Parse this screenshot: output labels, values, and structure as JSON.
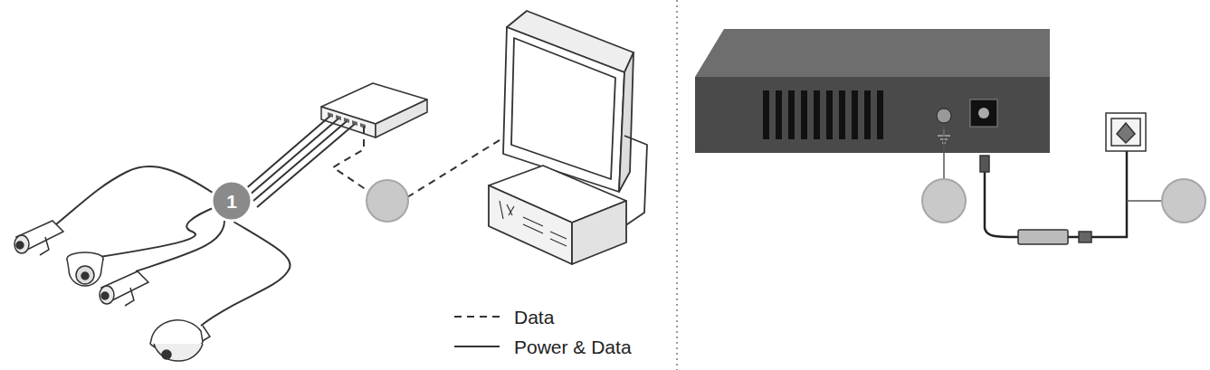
{
  "diagram": {
    "labels": [
      "1"
    ],
    "legend": [
      {
        "text": "Data"
      },
      {
        "text": "Power & Data"
      }
    ]
  }
}
